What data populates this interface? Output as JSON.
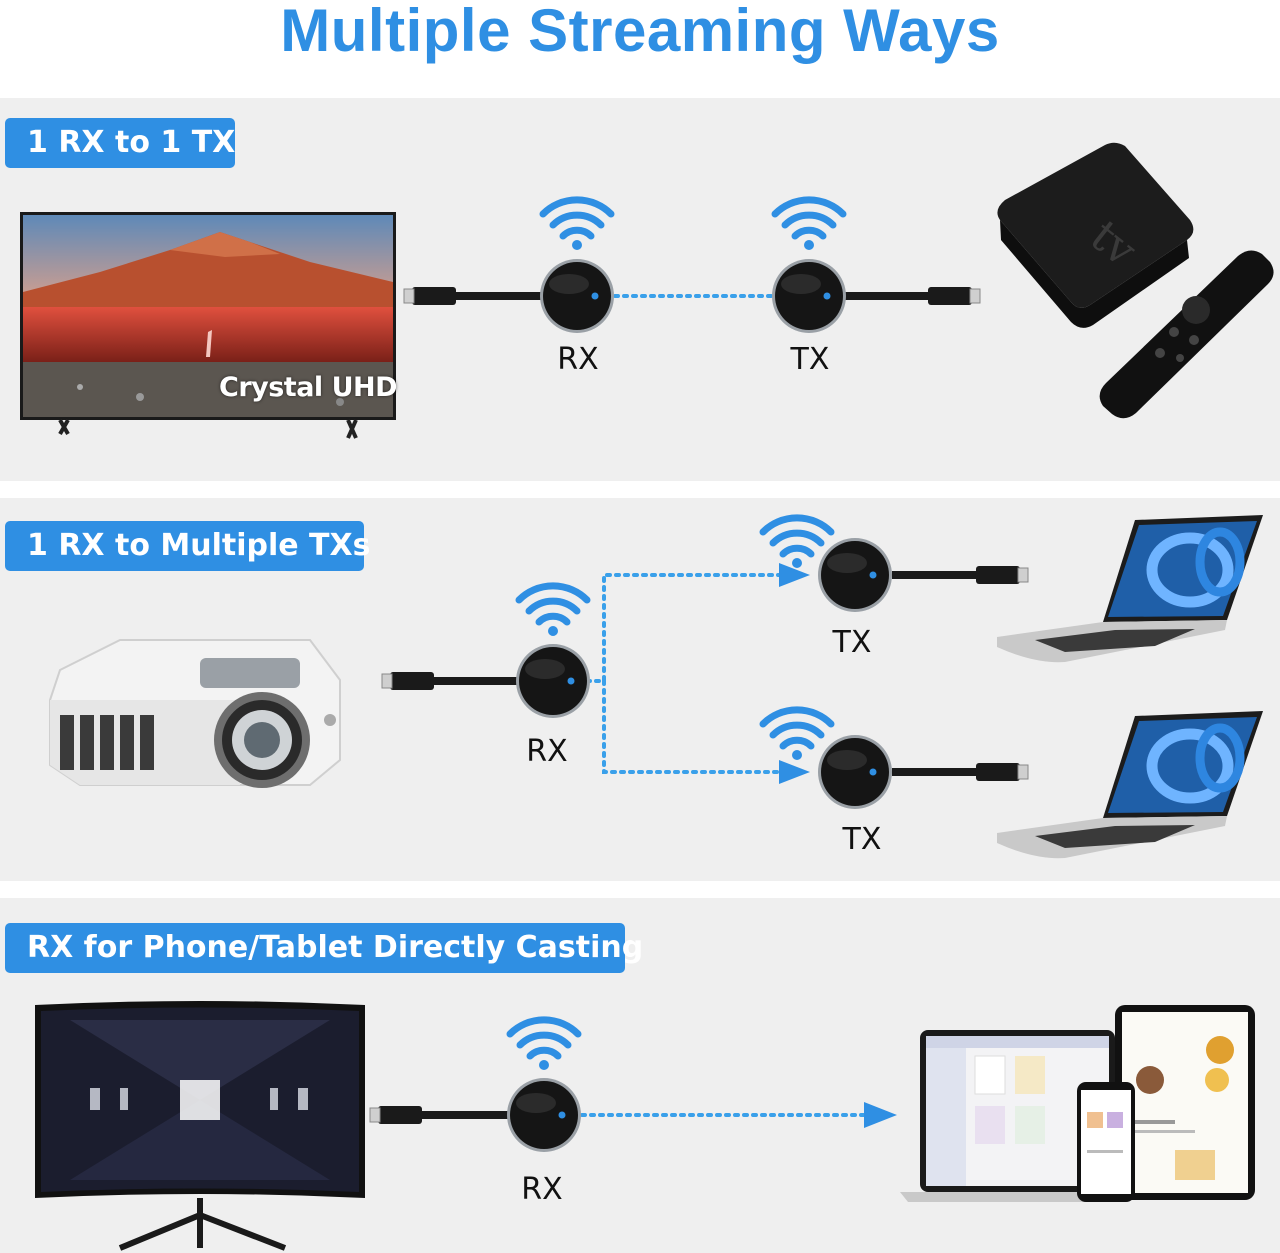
{
  "page": {
    "title": "Multiple Streaming Ways"
  },
  "sections": [
    {
      "tag": "1 RX to 1 TX",
      "labels": {
        "rx": "RX",
        "tx": "TX"
      },
      "tv_brand_text": "Crystal UHD",
      "box_logo": "tv"
    },
    {
      "tag": "1 RX to Multiple TXs",
      "labels": {
        "rx": "RX",
        "tx_top": "TX",
        "tx_bottom": "TX"
      }
    },
    {
      "tag": "RX for Phone/Tablet Directly Casting",
      "labels": {
        "rx": "RX"
      }
    }
  ],
  "colors": {
    "accent": "#2f8fe3",
    "panel": "#efefef",
    "dotted_link": "#3aa0ea",
    "dongle": "#1a1a1a"
  },
  "icons": [
    "wifi-icon",
    "hdmi-dongle",
    "tv",
    "apple-tv-box",
    "remote",
    "projector",
    "laptop",
    "monitor",
    "phone",
    "tablet",
    "arrow-icon"
  ]
}
